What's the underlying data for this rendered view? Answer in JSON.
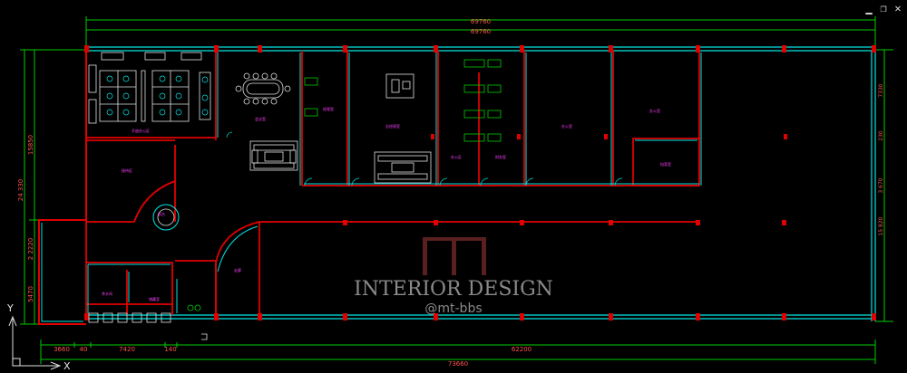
{
  "window": {
    "minimize_label": "▁",
    "restore_label": "❐",
    "close_label": "✕"
  },
  "dimensions": {
    "top_outer": "69760",
    "top_inner": "69760",
    "left_outer": "24 330",
    "left_upper": "15850",
    "left_lower_a": "2 2220",
    "left_lower_b": "5470",
    "right_a": "7330",
    "right_b": "230",
    "right_c": "3 670",
    "right_d": "15 820",
    "bottom_a": "3660",
    "bottom_b": "40",
    "bottom_c": "7420",
    "bottom_d": "140",
    "bottom_e": "62200",
    "bottom_total": "73660"
  },
  "rooms": {
    "open_office": "开放办公区",
    "meeting": "会议室",
    "office_small": "经理室",
    "director": "总经理室",
    "staff": "办公区",
    "finance": "财务室",
    "room_a": "办公室",
    "room_b": "办公室",
    "storage": "档案室",
    "reception": "接待区",
    "front_desk": "前台",
    "tea": "茶水间",
    "store": "储藏室",
    "corridor": "走廊"
  },
  "watermark": {
    "title": "INTERIOR DESIGN",
    "handle": "@mt-bbs"
  },
  "ucs": {
    "x_label": "X",
    "y_label": "Y"
  },
  "colors": {
    "wall": "#e00000",
    "glass": "#00e5e5",
    "dim": "#00cc00",
    "text": "#ff40ff",
    "furniture": "#e0e0e0",
    "chair": "#00cc00"
  }
}
